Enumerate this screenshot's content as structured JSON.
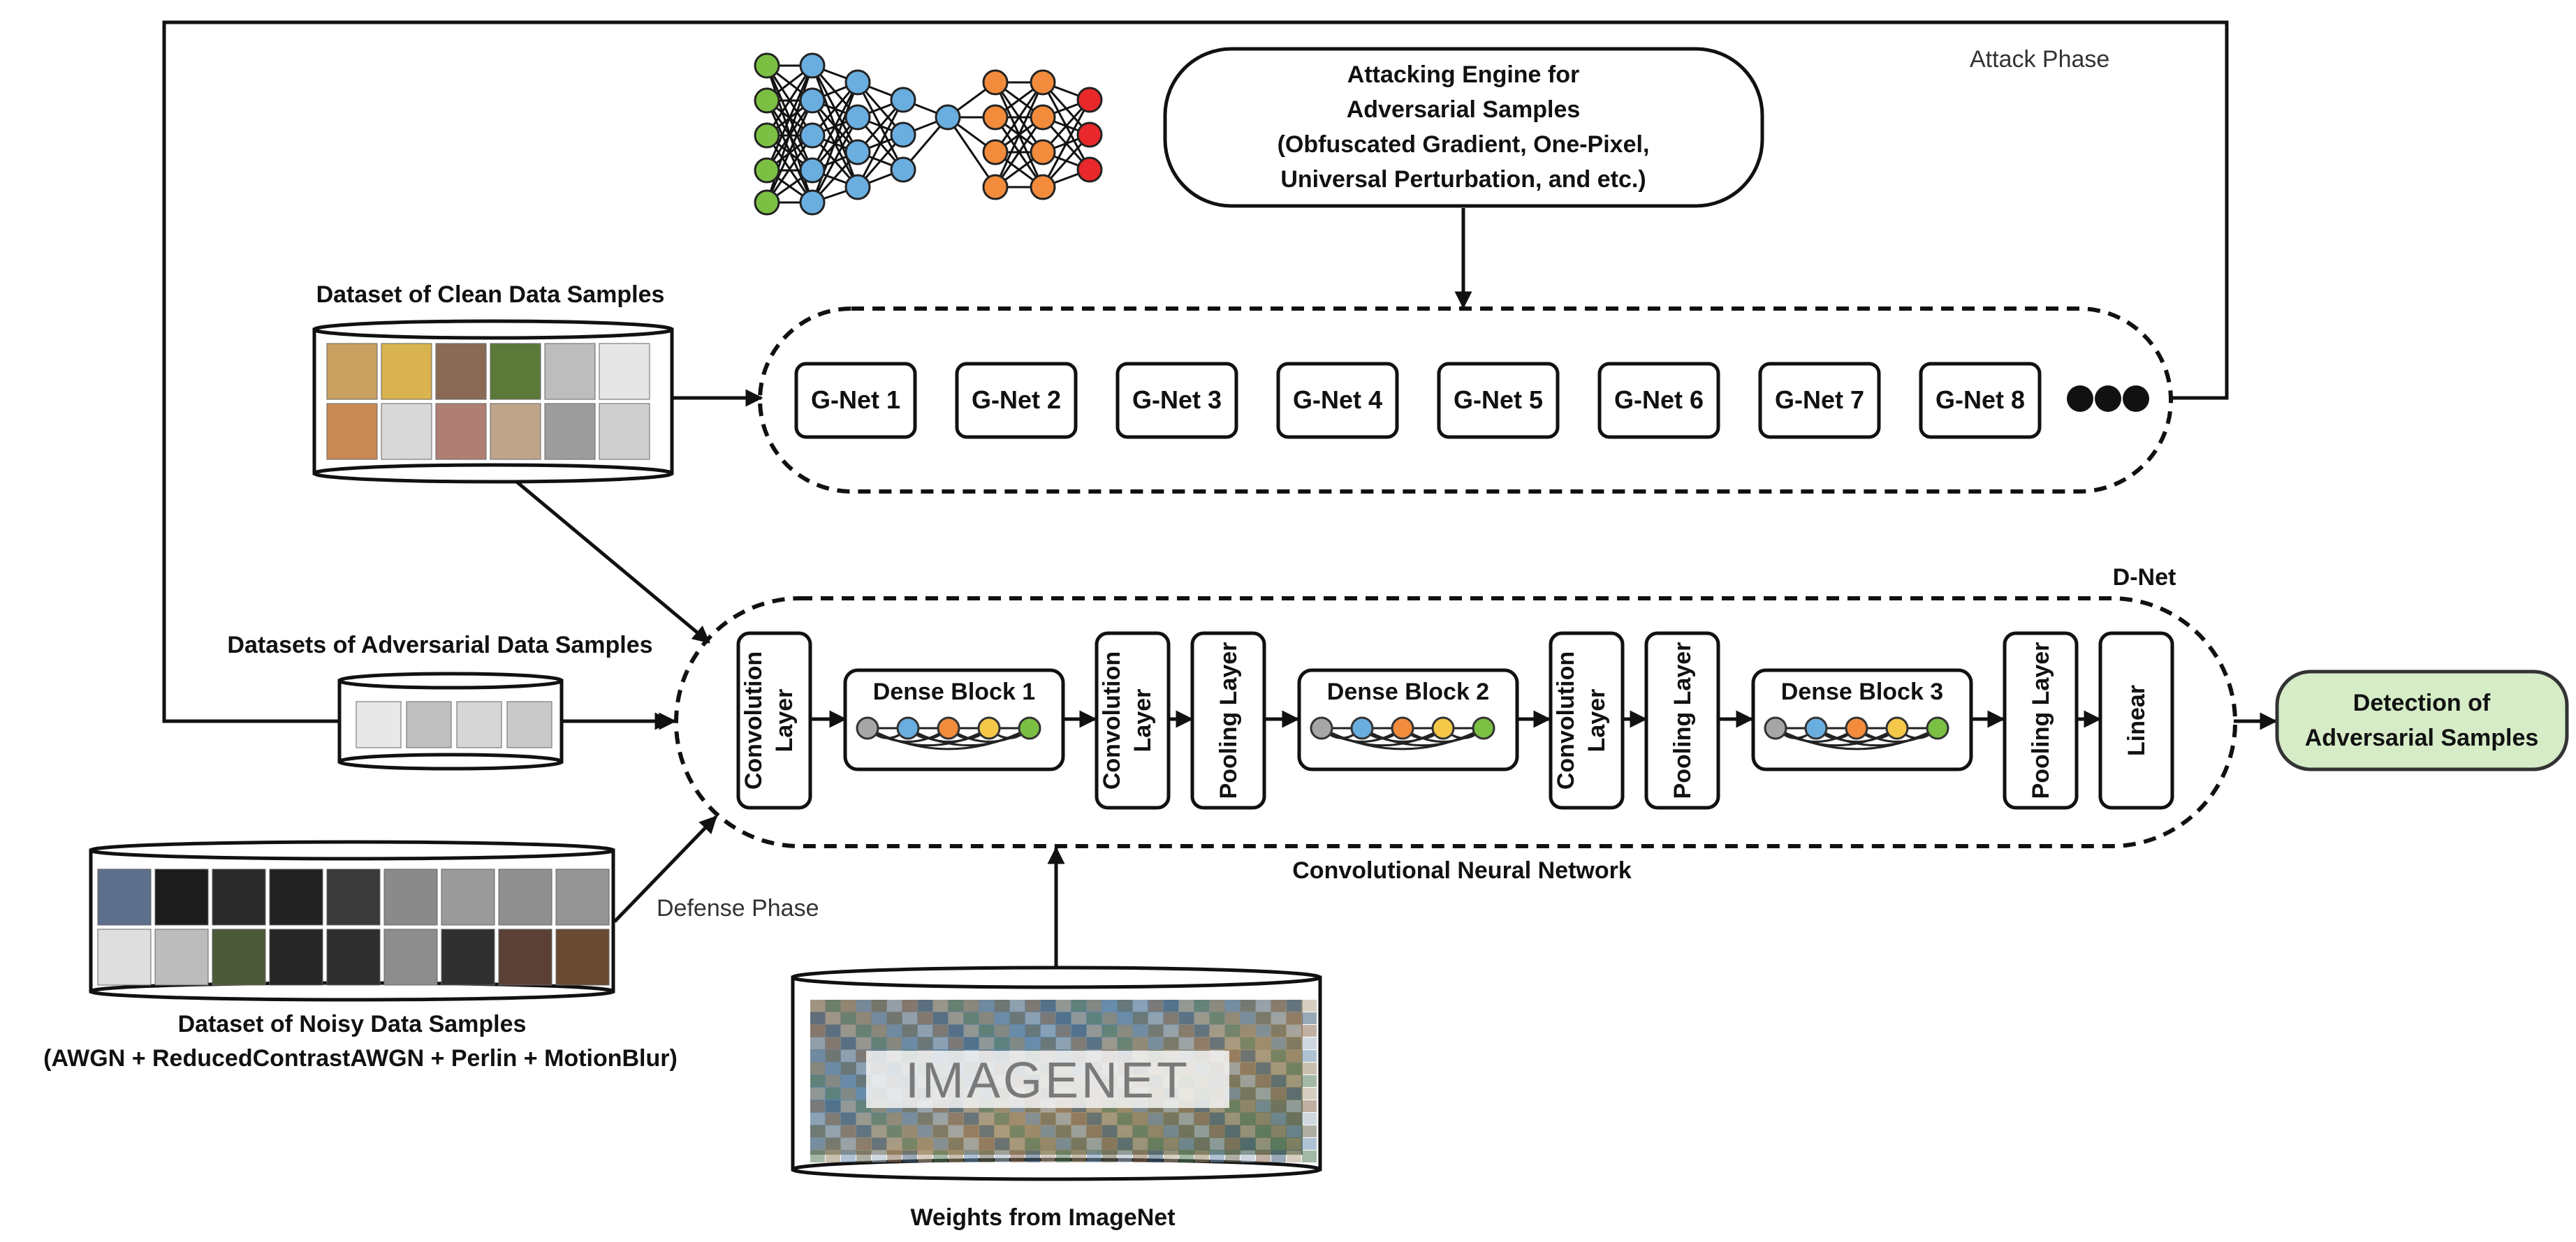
{
  "phases": {
    "attack": "Attack Phase",
    "defense": "Defense Phase"
  },
  "attack_engine": {
    "lines": [
      "Attacking Engine for",
      "Adversarial Samples",
      "(Obfuscated Gradient, One-Pixel,",
      "Universal Perturbation, and etc.)"
    ]
  },
  "datasets": {
    "clean": "Dataset of Clean Data Samples",
    "adversarial": "Datasets of Adversarial Data Samples",
    "noisy_title": "Dataset of Noisy Data Samples",
    "noisy_subtitle": "(AWGN + ReducedContrastAWGN + Perlin + MotionBlur)",
    "imagenet": "Weights from ImageNet",
    "imagenet_logo": "IMAGENET"
  },
  "gnets": [
    "G-Net 1",
    "G-Net 2",
    "G-Net 3",
    "G-Net 4",
    "G-Net 5",
    "G-Net 6",
    "G-Net 7",
    "G-Net 8"
  ],
  "dnet": {
    "title": "D-Net",
    "subtitle": "Convolutional Neural Network",
    "layers": {
      "conv": [
        "Convolution",
        "Layer"
      ],
      "pool": "Pooling Layer",
      "linear": "Linear",
      "dense1": "Dense Block 1",
      "dense2": "Dense Block 2",
      "dense3": "Dense Block 3"
    }
  },
  "output": {
    "lines": [
      "Detection of",
      "Adversarial Samples"
    ],
    "fill": "#d5ecc7",
    "stroke": "#333333"
  },
  "colors": {
    "node_green": "#7bc043",
    "node_blue": "#6aaee0",
    "node_orange": "#f28c3c",
    "node_red": "#e8282b",
    "node_gray": "#a6a6a6",
    "node_yellow": "#f5c84a"
  }
}
